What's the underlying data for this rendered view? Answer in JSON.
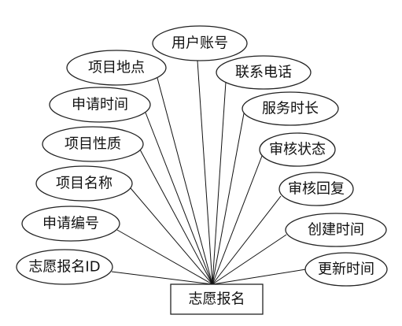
{
  "entity": {
    "label": "志愿报名"
  },
  "attributes": [
    {
      "id": "user-account",
      "label": "用户账号"
    },
    {
      "id": "project-location",
      "label": "项目地点"
    },
    {
      "id": "contact-phone",
      "label": "联系电话"
    },
    {
      "id": "apply-time",
      "label": "申请时间"
    },
    {
      "id": "service-duration",
      "label": "服务时长"
    },
    {
      "id": "project-nature",
      "label": "项目性质"
    },
    {
      "id": "review-status",
      "label": "审核状态"
    },
    {
      "id": "project-name",
      "label": "项目名称"
    },
    {
      "id": "review-reply",
      "label": "审核回复"
    },
    {
      "id": "apply-number",
      "label": "申请编号"
    },
    {
      "id": "create-time",
      "label": "创建时间"
    },
    {
      "id": "signup-id",
      "label": "志愿报名ID"
    },
    {
      "id": "update-time",
      "label": "更新时间"
    }
  ]
}
